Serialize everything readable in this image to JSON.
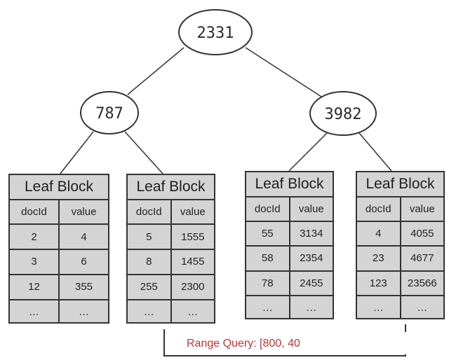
{
  "root": {
    "value": "2331"
  },
  "internal_nodes": [
    {
      "value": "787"
    },
    {
      "value": "3982"
    }
  ],
  "leaf_blocks": [
    {
      "title": "Leaf Block",
      "header": [
        "docId",
        "value"
      ],
      "rows": [
        [
          "2",
          "4"
        ],
        [
          "3",
          "6"
        ],
        [
          "12",
          "355"
        ],
        [
          "…",
          "…"
        ]
      ]
    },
    {
      "title": "Leaf Block",
      "header": [
        "docId",
        "value"
      ],
      "rows": [
        [
          "5",
          "1555"
        ],
        [
          "8",
          "1455"
        ],
        [
          "255",
          "2300"
        ],
        [
          "…",
          "…"
        ]
      ]
    },
    {
      "title": "Leaf Block",
      "header": [
        "docId",
        "value"
      ],
      "rows": [
        [
          "55",
          "3134"
        ],
        [
          "58",
          "2354"
        ],
        [
          "78",
          "2455"
        ],
        [
          "…",
          "…"
        ]
      ]
    },
    {
      "title": "Leaf Block",
      "header": [
        "docId",
        "value"
      ],
      "rows": [
        [
          "4",
          "4055"
        ],
        [
          "23",
          "4677"
        ],
        [
          "123",
          "23566"
        ],
        [
          "…",
          "…"
        ]
      ]
    }
  ],
  "range_query": {
    "label": "Range Query: [800, 40"
  },
  "colors": {
    "range_label": "#b23a3a",
    "leaf_fill": "#d4d4d4",
    "stroke": "#333333"
  }
}
